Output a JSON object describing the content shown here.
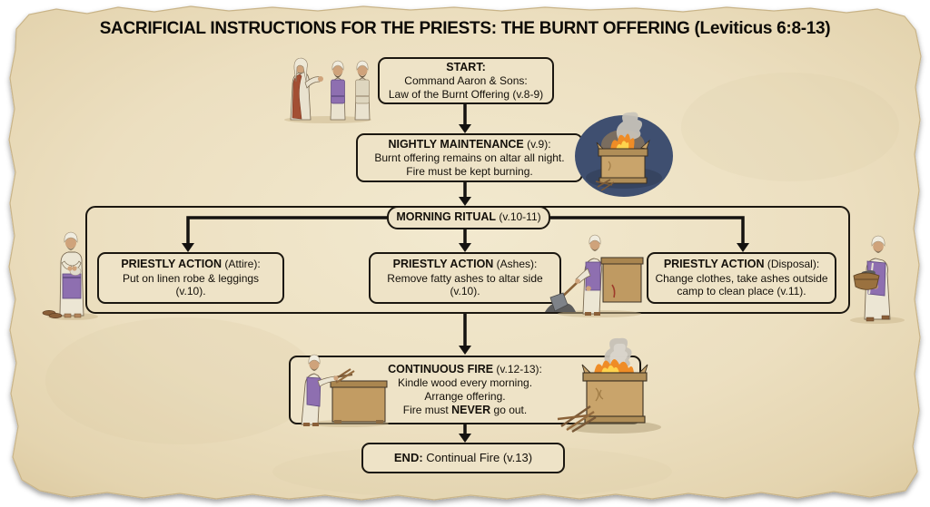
{
  "title": "SACRIFICIAL INSTRUCTIONS FOR THE PRIESTS: THE BURNT OFFERING (Leviticus 6:8-13)",
  "nodes": {
    "start": {
      "heading": "START:",
      "line1": "Command Aaron & Sons:",
      "line2": "Law of the Burnt Offering (v.8-9)"
    },
    "nightly": {
      "heading_bold": "NIGHTLY MAINTENANCE",
      "heading_rest": " (v.9):",
      "line1": "Burnt offering remains on altar all night.",
      "line2": "Fire must be kept burning."
    },
    "morning": {
      "heading_bold": "MORNING RITUAL",
      "heading_rest": " (v.10-11)"
    },
    "attire": {
      "heading_bold": "PRIESTLY ACTION",
      "heading_rest": " (Attire):",
      "line1": "Put on linen robe & leggings",
      "line2": "(v.10)."
    },
    "ashes": {
      "heading_bold": "PRIESTLY ACTION",
      "heading_rest": " (Ashes):",
      "line1": "Remove fatty ashes to altar side",
      "line2": "(v.10)."
    },
    "disposal": {
      "heading_bold": "PRIESTLY ACTION",
      "heading_rest": " (Disposal):",
      "line1": "Change clothes, take ashes outside",
      "line2": "camp to clean place (v.11)."
    },
    "continuous": {
      "heading_bold": "CONTINUOUS FIRE",
      "heading_rest": " (v.12-13):",
      "line1": "Kindle wood every morning.",
      "line2": "Arrange offering.",
      "line3_pre": "Fire must ",
      "line3_bold": "NEVER",
      "line3_post": " go out."
    },
    "end": {
      "heading_bold": "END:",
      "heading_rest": " Continual Fire (v.13)"
    }
  },
  "illustrations": {
    "start_side": "moses-commanding-two-priests-icon",
    "nightly_side": "altar-fire-at-night-icon",
    "attire_side": "priest-dressing-in-linen-icon",
    "ashes_side": "priest-shoveling-ashes-icon",
    "disposal_side": "priest-carrying-ash-basket-icon",
    "continuous_left": "priest-kindling-wood-icon",
    "continuous_right": "burning-altar-with-smoke-icon"
  },
  "colors": {
    "parchment_center": "#f1e8cd",
    "parchment_edge": "#e2d2ab",
    "node_fill": "#eee3c7",
    "line_black": "#141210",
    "priest_purple": "#8e6fb0",
    "fire_orange": "#ef8c26",
    "fire_yellow": "#ffd34d",
    "night_blue": "#3f4f70",
    "altar_wood": "#c9a46b"
  }
}
